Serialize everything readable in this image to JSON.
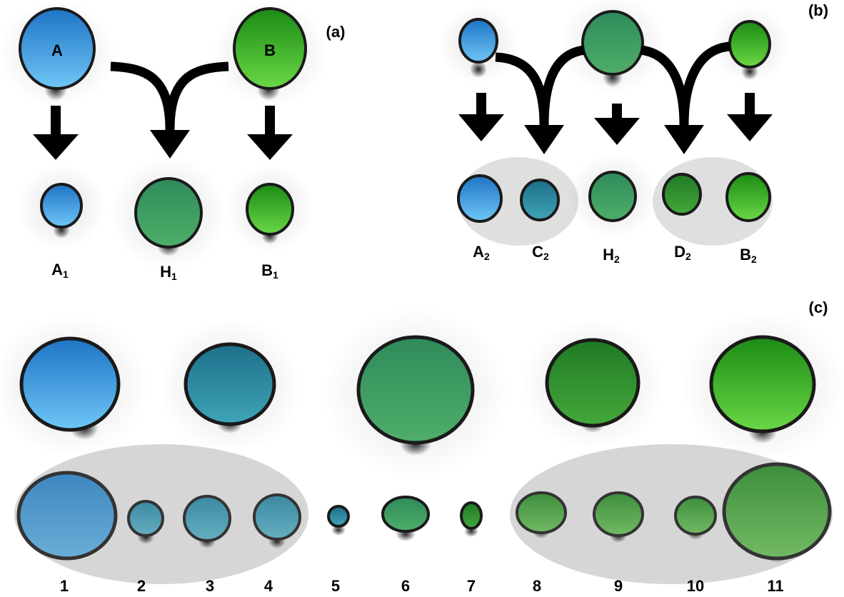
{
  "panels": {
    "a": {
      "tag": "(a)"
    },
    "b": {
      "tag": "(b)"
    },
    "c": {
      "tag": "(c)"
    }
  },
  "labels": {
    "A": "A",
    "B": "B",
    "A1": "A",
    "A1_sub": "1",
    "H1": "H",
    "H1_sub": "1",
    "B1": "B",
    "B1_sub": "1",
    "A2": "A",
    "A2_sub": "2",
    "C2": "C",
    "C2_sub": "2",
    "H2": "H",
    "H2_sub": "2",
    "D2": "D",
    "D2_sub": "2",
    "B2": "B",
    "B2_sub": "2"
  },
  "numbers": [
    "1",
    "2",
    "3",
    "4",
    "5",
    "6",
    "7",
    "8",
    "9",
    "10",
    "11"
  ],
  "colors": {
    "blue": "#2f8fd8",
    "blue_light": "#6cc0f5",
    "teal": "#2d8a9e",
    "mid_green": "#3f9a5c",
    "dark_green": "#2e8a2e",
    "green": "#3caa2a",
    "green_light": "#6ad247",
    "group_shade": "#d9d9d9",
    "arrow": "#000000"
  }
}
